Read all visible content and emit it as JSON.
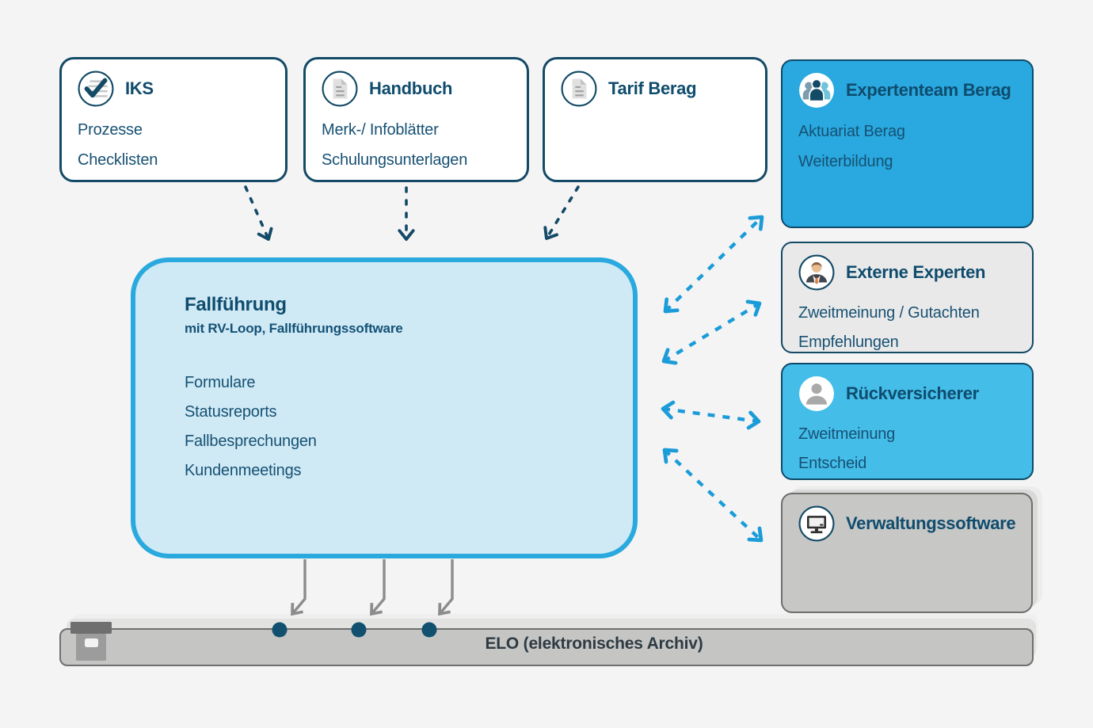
{
  "diagram": {
    "colors": {
      "accent_blue": "#29a9e0",
      "accent_blue_light": "#44bde9",
      "navy": "#134a66",
      "center_fill": "#cfe9f5",
      "center_border": "#2aa9de",
      "gray_box": "#c7c7c6",
      "light_gray_box": "#e9e9e9",
      "arrow_blue": "#1b9cd8",
      "arrow_gray": "#8c8c8c"
    },
    "top_boxes": [
      {
        "title": "IKS",
        "icon": "checklist-icon",
        "items": [
          "Prozesse",
          "Checklisten"
        ]
      },
      {
        "title": "Handbuch",
        "icon": "document-icon",
        "items": [
          "Merk-/ Infoblätter",
          "Schulungsunterlagen"
        ]
      },
      {
        "title": "Tarif Berag",
        "icon": "document-icon",
        "items": []
      }
    ],
    "center_box": {
      "title": "Fallführung",
      "subtitle": "mit RV-Loop, Fallführungssoftware",
      "items": [
        "Formulare",
        "Statusreports",
        "Fallbesprechungen",
        "Kundenmeetings"
      ]
    },
    "right_boxes": [
      {
        "title": "Expertenteam Berag",
        "icon": "team-icon",
        "variant": "blue",
        "items": [
          "Aktuariat Berag",
          "Weiterbildung"
        ]
      },
      {
        "title": "Externe Experten",
        "icon": "expert-person-icon",
        "variant": "light-gray",
        "items": [
          "Zweitmeinung / Gutachten",
          "Empfehlungen"
        ]
      },
      {
        "title": "Rückversicherer",
        "icon": "person-icon",
        "variant": "blue",
        "items": [
          "Zweitmeinung",
          "Entscheid"
        ]
      },
      {
        "title": "Verwaltungssoftware",
        "icon": "monitor-icon",
        "variant": "gray",
        "items": []
      }
    ],
    "bottom_bar": {
      "title": "ELO (elektronisches Archiv)",
      "icon": "archive-icon"
    }
  }
}
